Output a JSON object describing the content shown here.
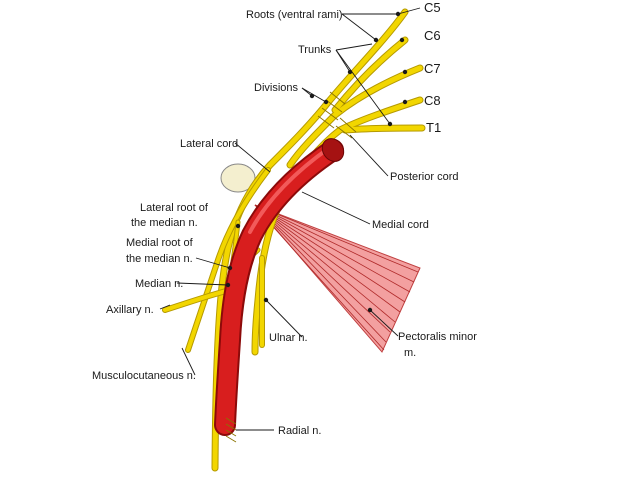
{
  "labels": {
    "c5": "C5",
    "c6": "C6",
    "c7": "C7",
    "c8": "C8",
    "t1": "T1",
    "roots": "Roots (ventral rami)",
    "trunks": "Trunks",
    "divisions": "Divisions",
    "lateral_cord": "Lateral cord",
    "posterior_cord": "Posterior cord",
    "lateral_root_1": "Lateral root of",
    "lateral_root_2": "the median n.",
    "medial_cord": "Medial cord",
    "medial_root_1": "Medial root of",
    "medial_root_2": "the median n.",
    "median_n": "Median n.",
    "axillary_n": "Axillary n.",
    "ulnar_n": "Ulnar n.",
    "pectoralis_1": "Pectoralis minor",
    "pectoralis_2": "m.",
    "musculocutaneous_n": "Musculocutaneous n.",
    "radial_n": "Radial n."
  },
  "colors": {
    "nerve": "#f2d600",
    "artery": "#d81e1e",
    "muscle": "#f08a8a",
    "bone": "#f4efcf"
  }
}
